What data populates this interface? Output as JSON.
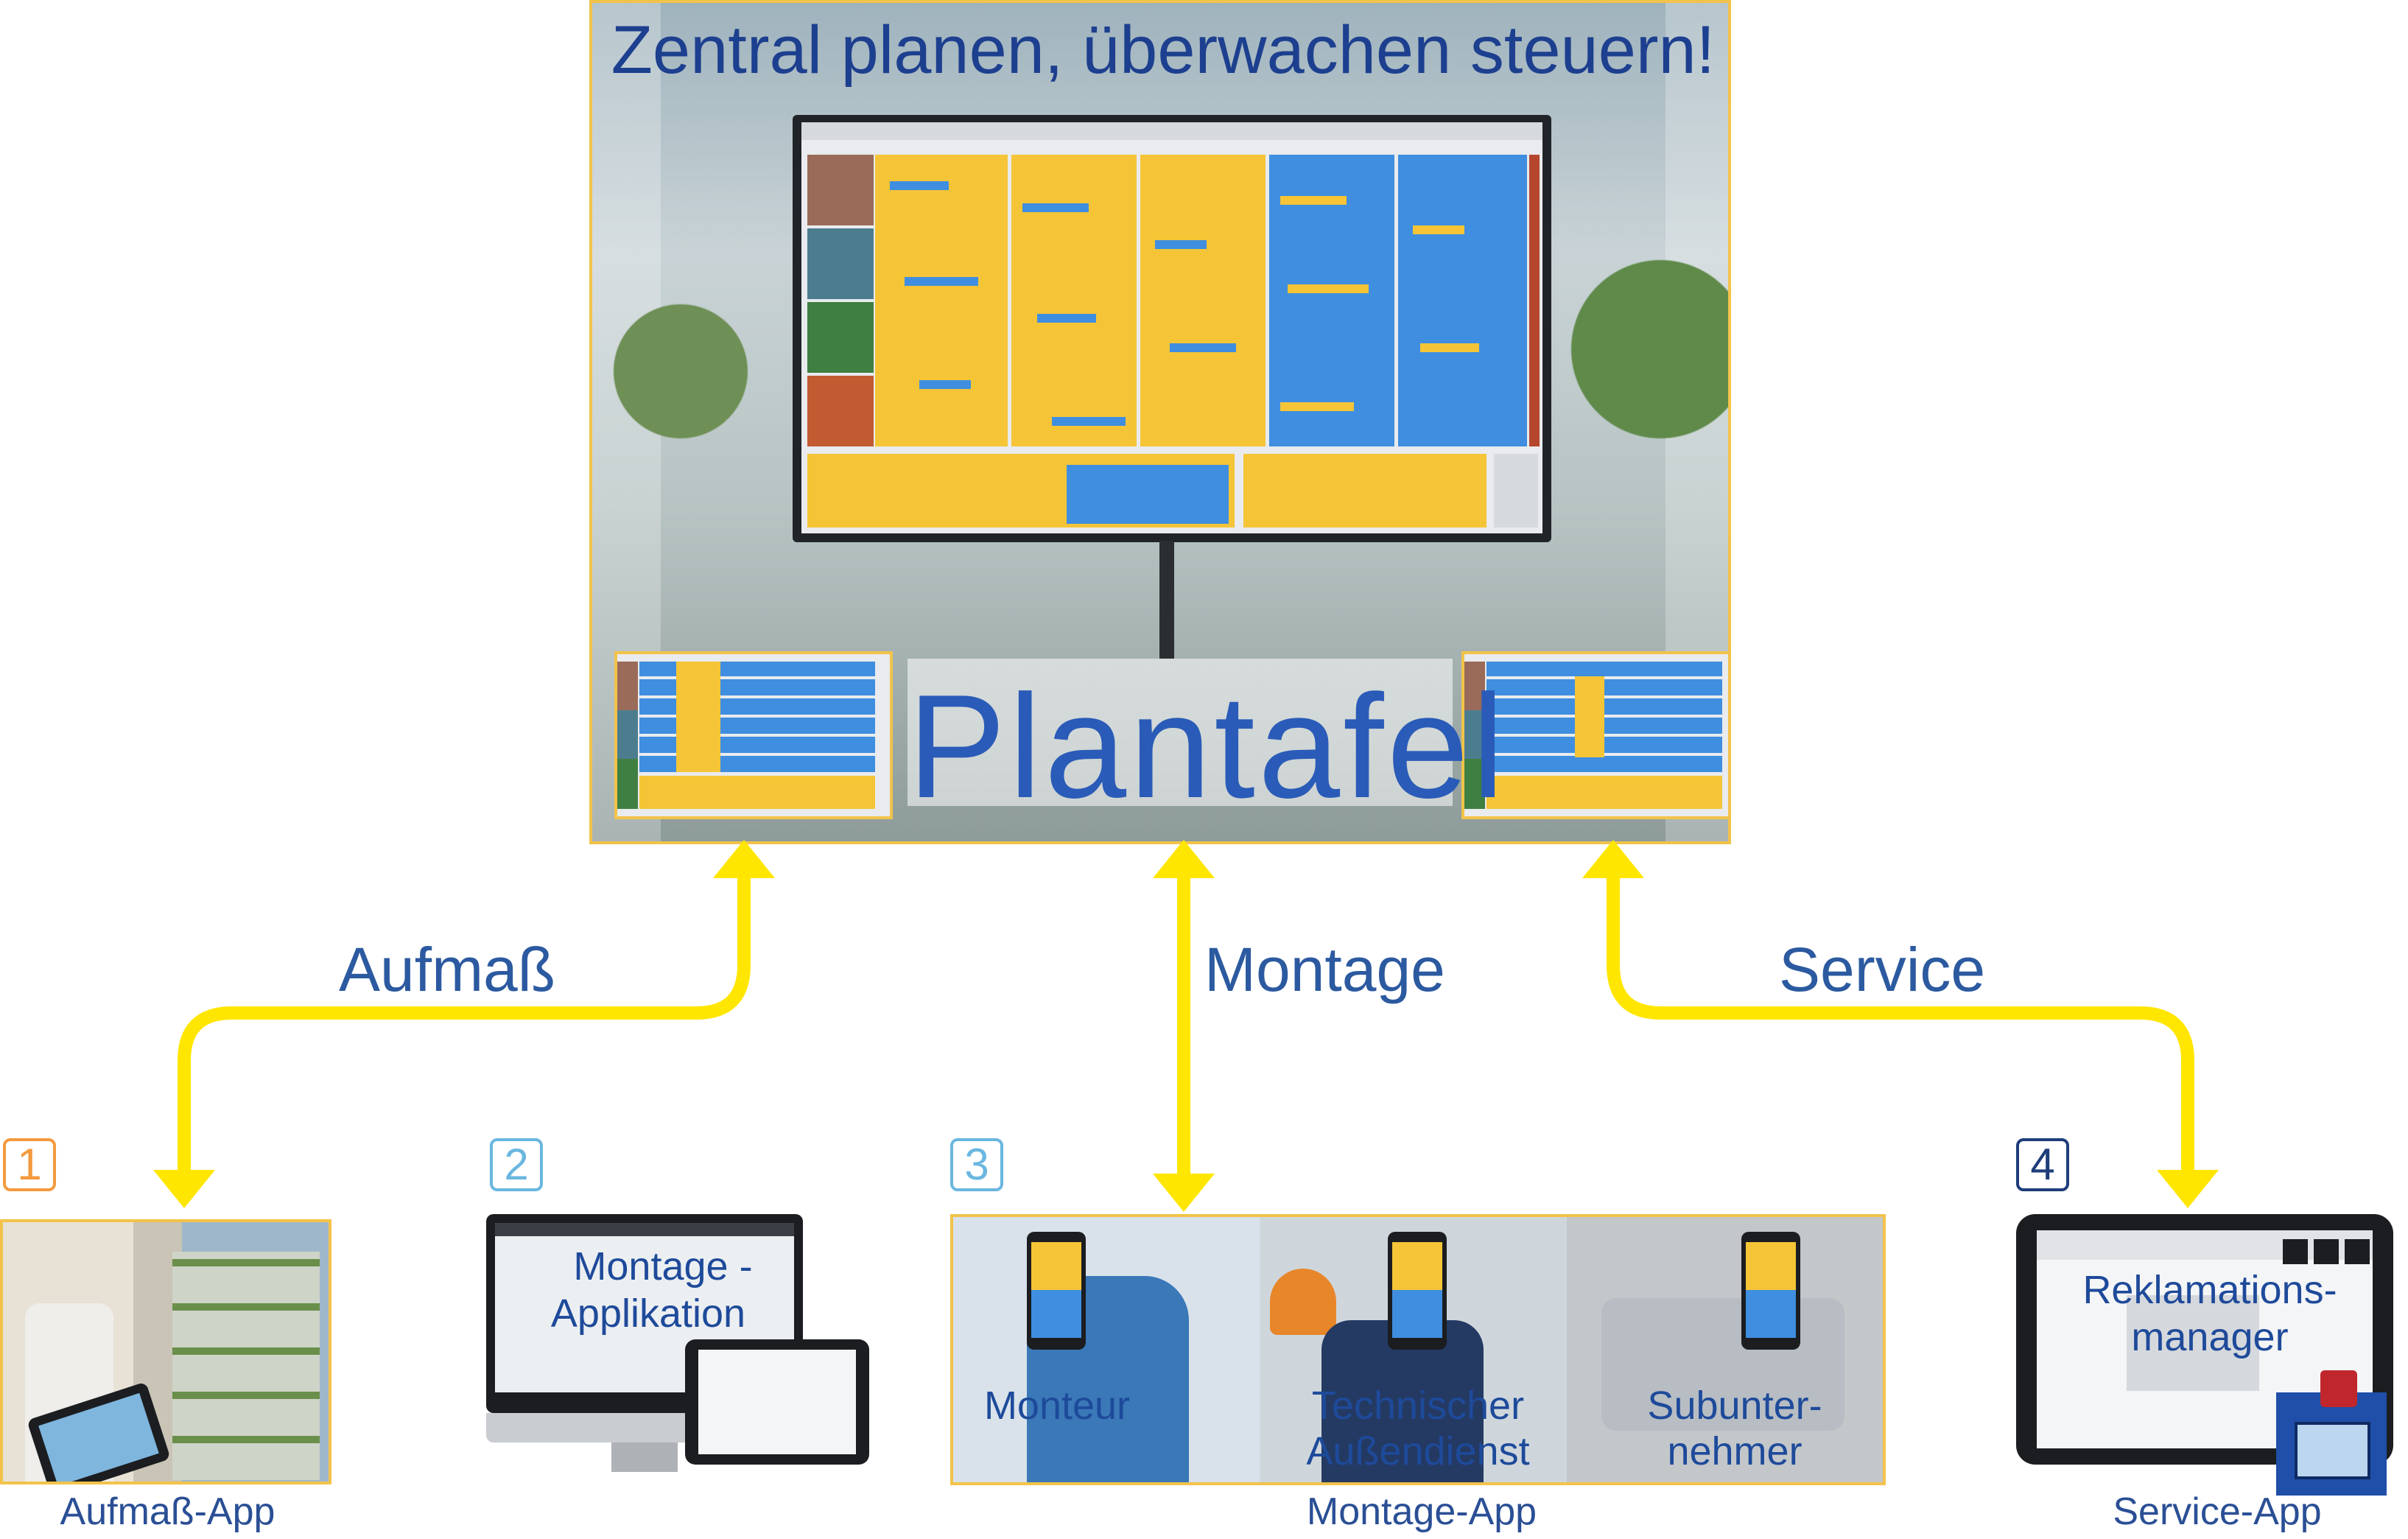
{
  "header": {
    "title": "Zentral planen, überwachen steuern!"
  },
  "center": {
    "brand": "Plantafel"
  },
  "arrows": {
    "left": "Aufmaß",
    "middle": "Montage",
    "right": "Service"
  },
  "apps": [
    {
      "number": "1",
      "caption": "Aufmaß-App",
      "color": "#f39a3e"
    },
    {
      "number": "2",
      "overlay_line1": "Montage -",
      "overlay_line2": "Applikation",
      "color": "#6ab7e0"
    },
    {
      "number": "3",
      "caption": "Montage-App",
      "labels": [
        "Monteur",
        "Technischer",
        "Außendienst",
        "Subunter-",
        "nehmer"
      ],
      "color": "#6ab7e0"
    },
    {
      "number": "4",
      "caption": "Service-App",
      "overlay_line1": "Reklamations-",
      "overlay_line2": "manager",
      "color": "#1e3d7a"
    }
  ],
  "colors": {
    "accent_yellow": "#ffe600",
    "frame_yellow": "#f2c34a",
    "text_blue": "#2c5aa0"
  }
}
